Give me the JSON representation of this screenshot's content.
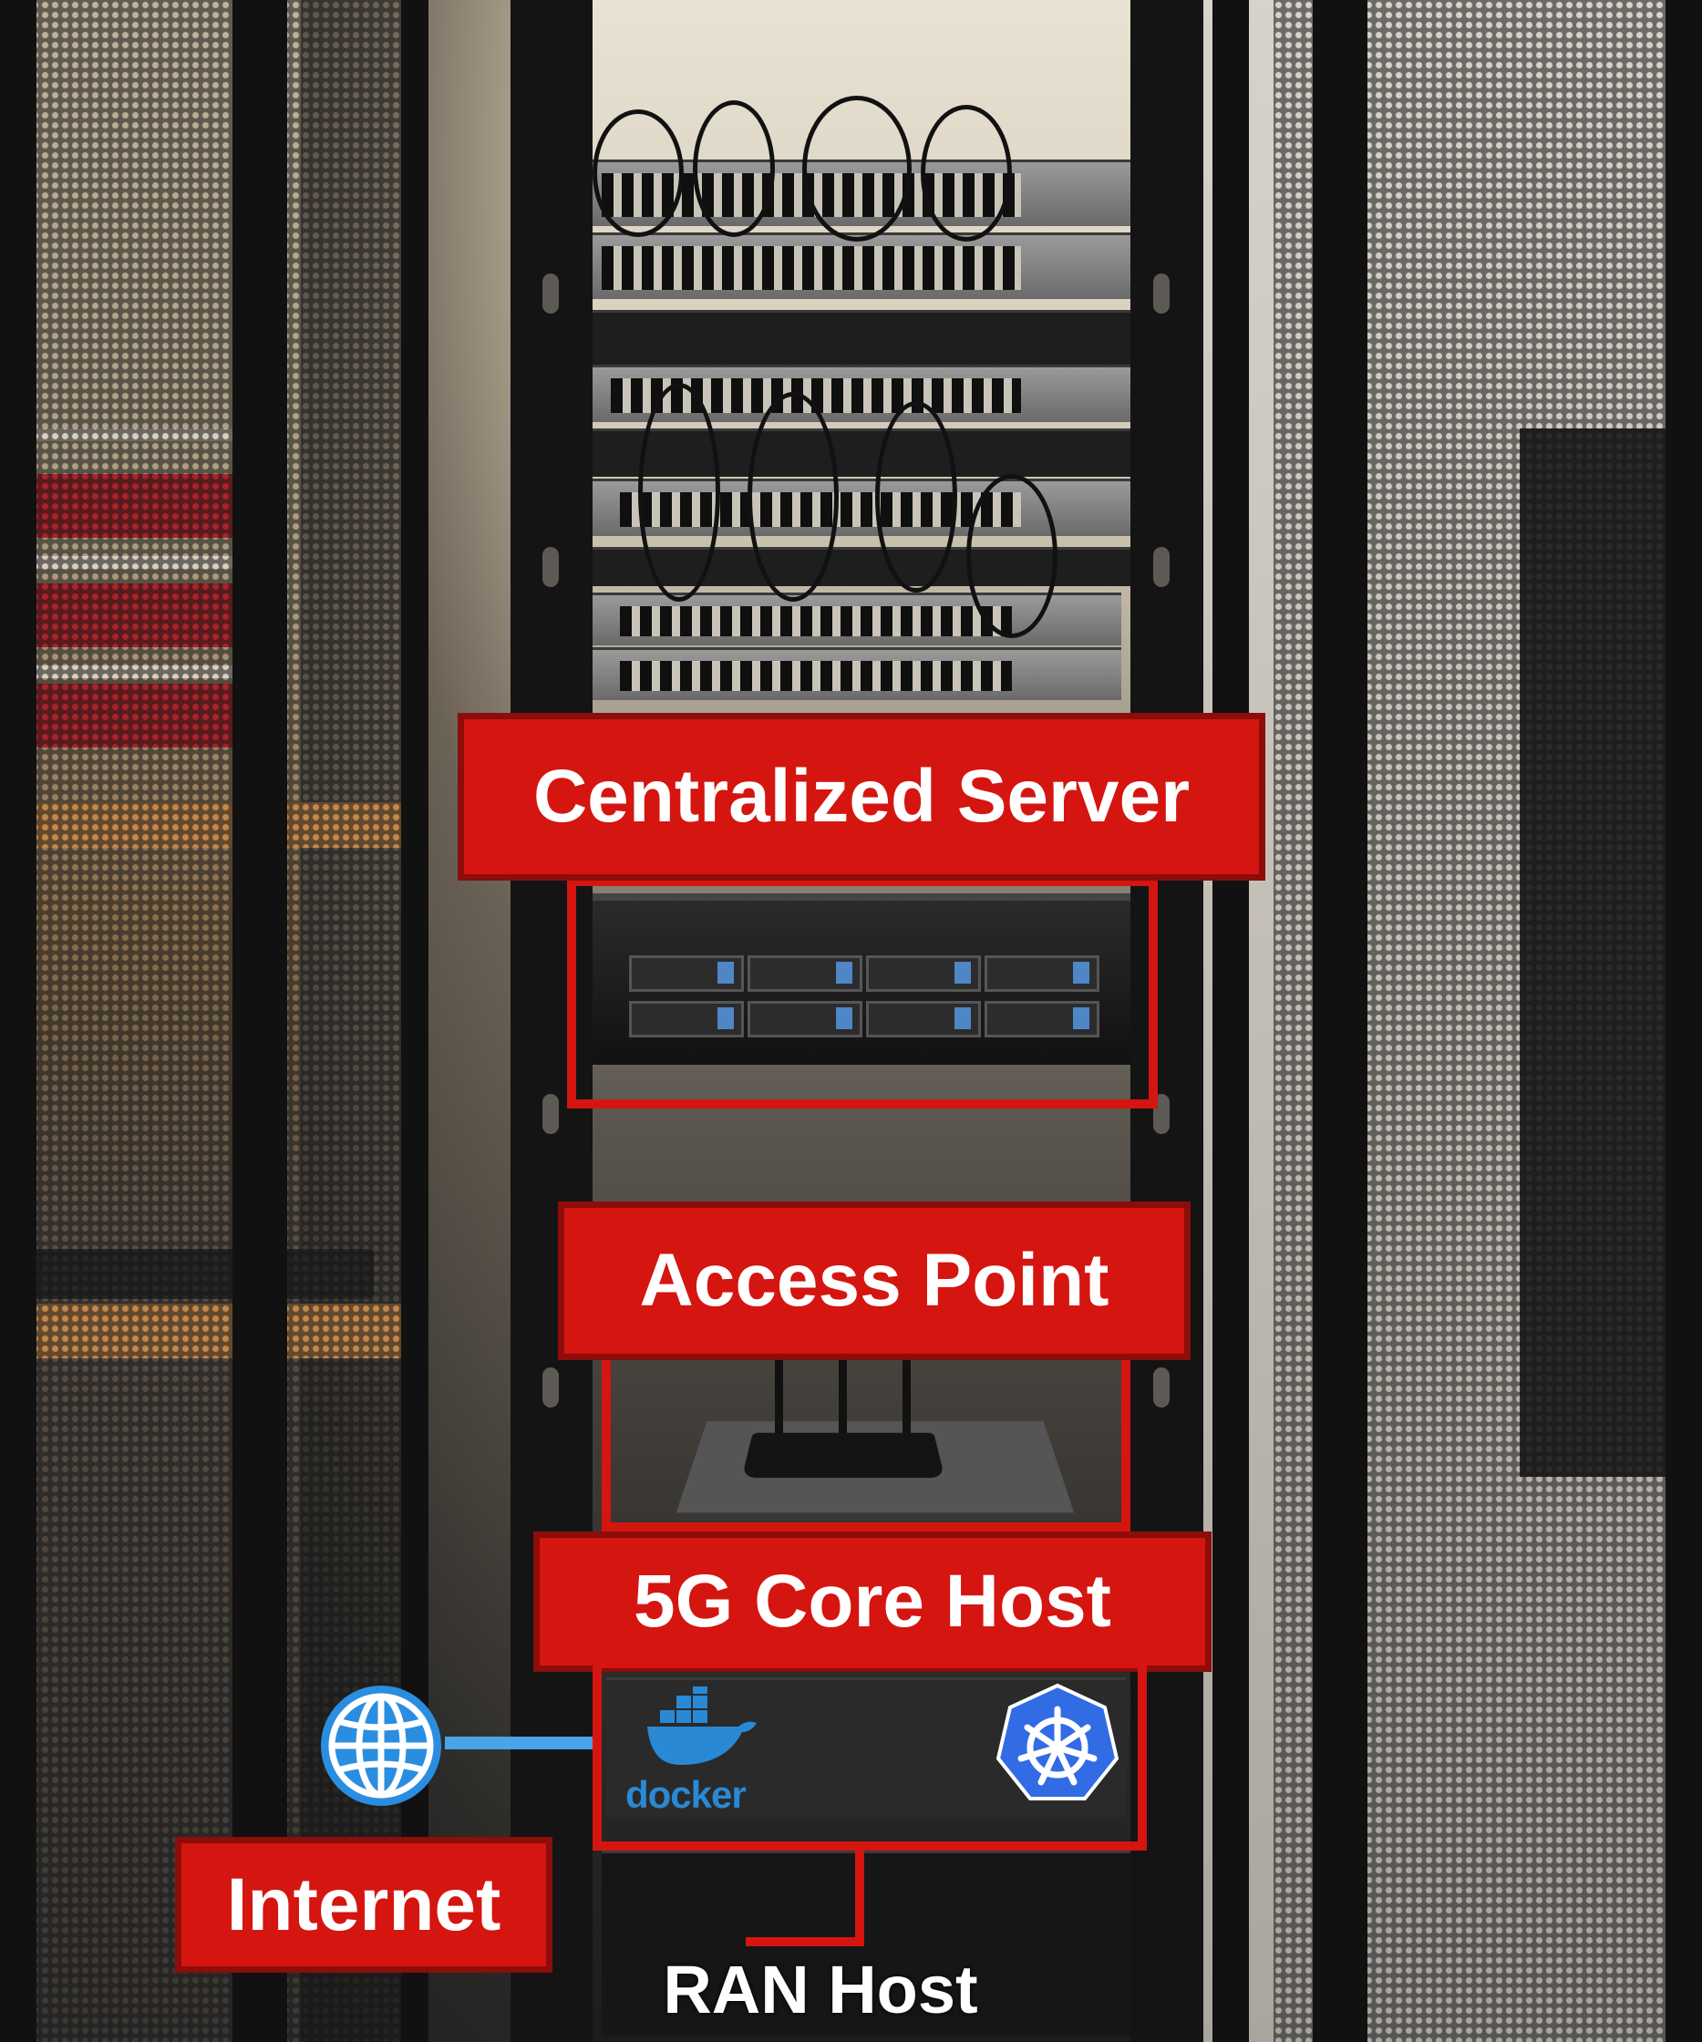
{
  "labels": {
    "centralized_server": "Centralized Server",
    "access_point": "Access Point",
    "core_host": "5G Core Host",
    "internet": "Internet",
    "ran_host": "RAN Host"
  },
  "icons": {
    "internet": "globe-icon",
    "container": "docker-icon",
    "orchestrator": "kubernetes-icon"
  },
  "docker_logo_text": "docker",
  "colors": {
    "annotation_red": "#d51510",
    "link_blue": "#4aa3e8",
    "kubernetes_blue": "#326ce5",
    "docker_blue": "#2a89d4"
  }
}
